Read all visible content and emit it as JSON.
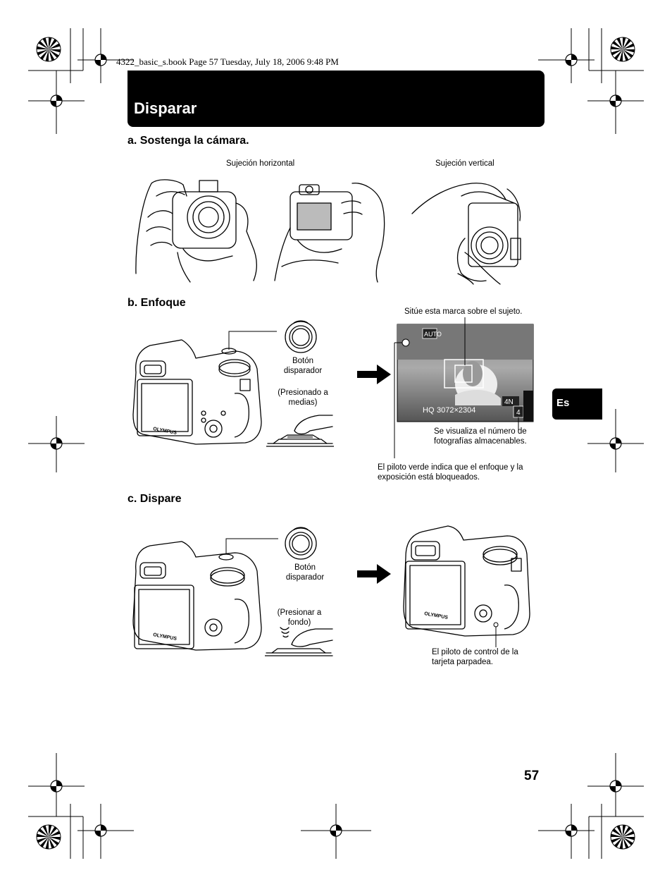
{
  "meta": {
    "book_info": "4322_basic_s.book  Page 57  Tuesday, July 18, 2006  9:48 PM"
  },
  "header": {
    "title": "Disparar"
  },
  "lang_tab": {
    "label": "Es"
  },
  "section_a": {
    "heading": "a.  Sostenga la cámara.",
    "caption_horizontal": "Sujeción horizontal",
    "caption_vertical": "Sujeción vertical"
  },
  "section_b": {
    "heading": "b.  Enfoque",
    "shutter_label_1": "Botón",
    "shutter_label_2": "disparador",
    "press_label_1": "(Presionado a",
    "press_label_2": "medias)",
    "mark_caption": "Sitúe esta marca sobre el sujeto.",
    "count_caption_1": "Se visualiza el número de",
    "count_caption_2": "fotografías almacenables.",
    "lamp_caption_1": "El piloto verde indica que el enfoque y la",
    "lamp_caption_2": "exposición está bloqueados.",
    "lcd": {
      "mode": "AUTO",
      "quality": "HQ",
      "resolution": "3072×2304",
      "size_mode": "4N",
      "count": "4"
    }
  },
  "section_c": {
    "heading": "c.  Dispare",
    "shutter_label_1": "Botón",
    "shutter_label_2": "disparador",
    "press_label_1": "(Presionar a",
    "press_label_2": "fondo)",
    "card_caption_1": "El piloto de control de la",
    "card_caption_2": "tarjeta parpadea."
  },
  "page_number": "57",
  "camera_brand": "OLYMPUS"
}
